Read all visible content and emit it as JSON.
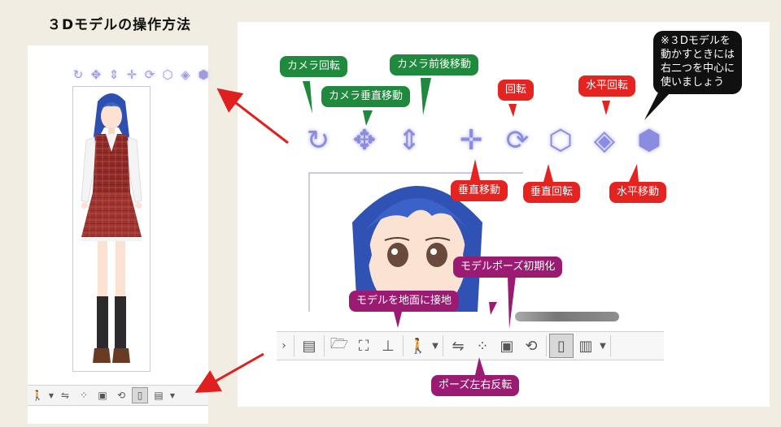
{
  "title": "３Dモデルの操作方法",
  "labels": {
    "camera_rotate": "カメラ回転",
    "camera_vertical_move": "カメラ垂直移動",
    "camera_forward_back": "カメラ前後移動",
    "rotate": "回転",
    "horizontal_rotate": "水平回転",
    "note": "※３Dモデルを\n動かすときには\n右二つを中心に\n使いましょう",
    "vertical_move": "垂直移動",
    "vertical_rotate": "垂直回転",
    "horizontal_move": "水平移動",
    "model_pose_init": "モデルポーズ初期化",
    "model_to_ground": "モデルを地面に接地",
    "pose_flip": "ポーズ左右反転"
  },
  "colors": {
    "green": "#1f8a3d",
    "red": "#e52321",
    "purple": "#9b1a72",
    "black": "#101010",
    "arrow_red": "#e01f1f",
    "icon_blue": "#8b8be0",
    "background": "#f1ede2"
  },
  "icons": {
    "big": [
      "camera-rotate-icon",
      "camera-vertical-move-icon",
      "camera-forward-back-icon",
      "vertical-move-icon",
      "rotate-icon",
      "vertical-rotate-icon",
      "horizontal-rotate-icon",
      "horizontal-move-icon"
    ],
    "toolbar": [
      "chevron-right-icon",
      "list-icon",
      "open-folder-icon",
      "fit-frame-icon",
      "ground-icon",
      "pose-figure-icon",
      "pose-flip-icon",
      "pose-init-icon",
      "cube-icon",
      "cube-rotate-icon",
      "book-icon",
      "panel-icon"
    ]
  }
}
